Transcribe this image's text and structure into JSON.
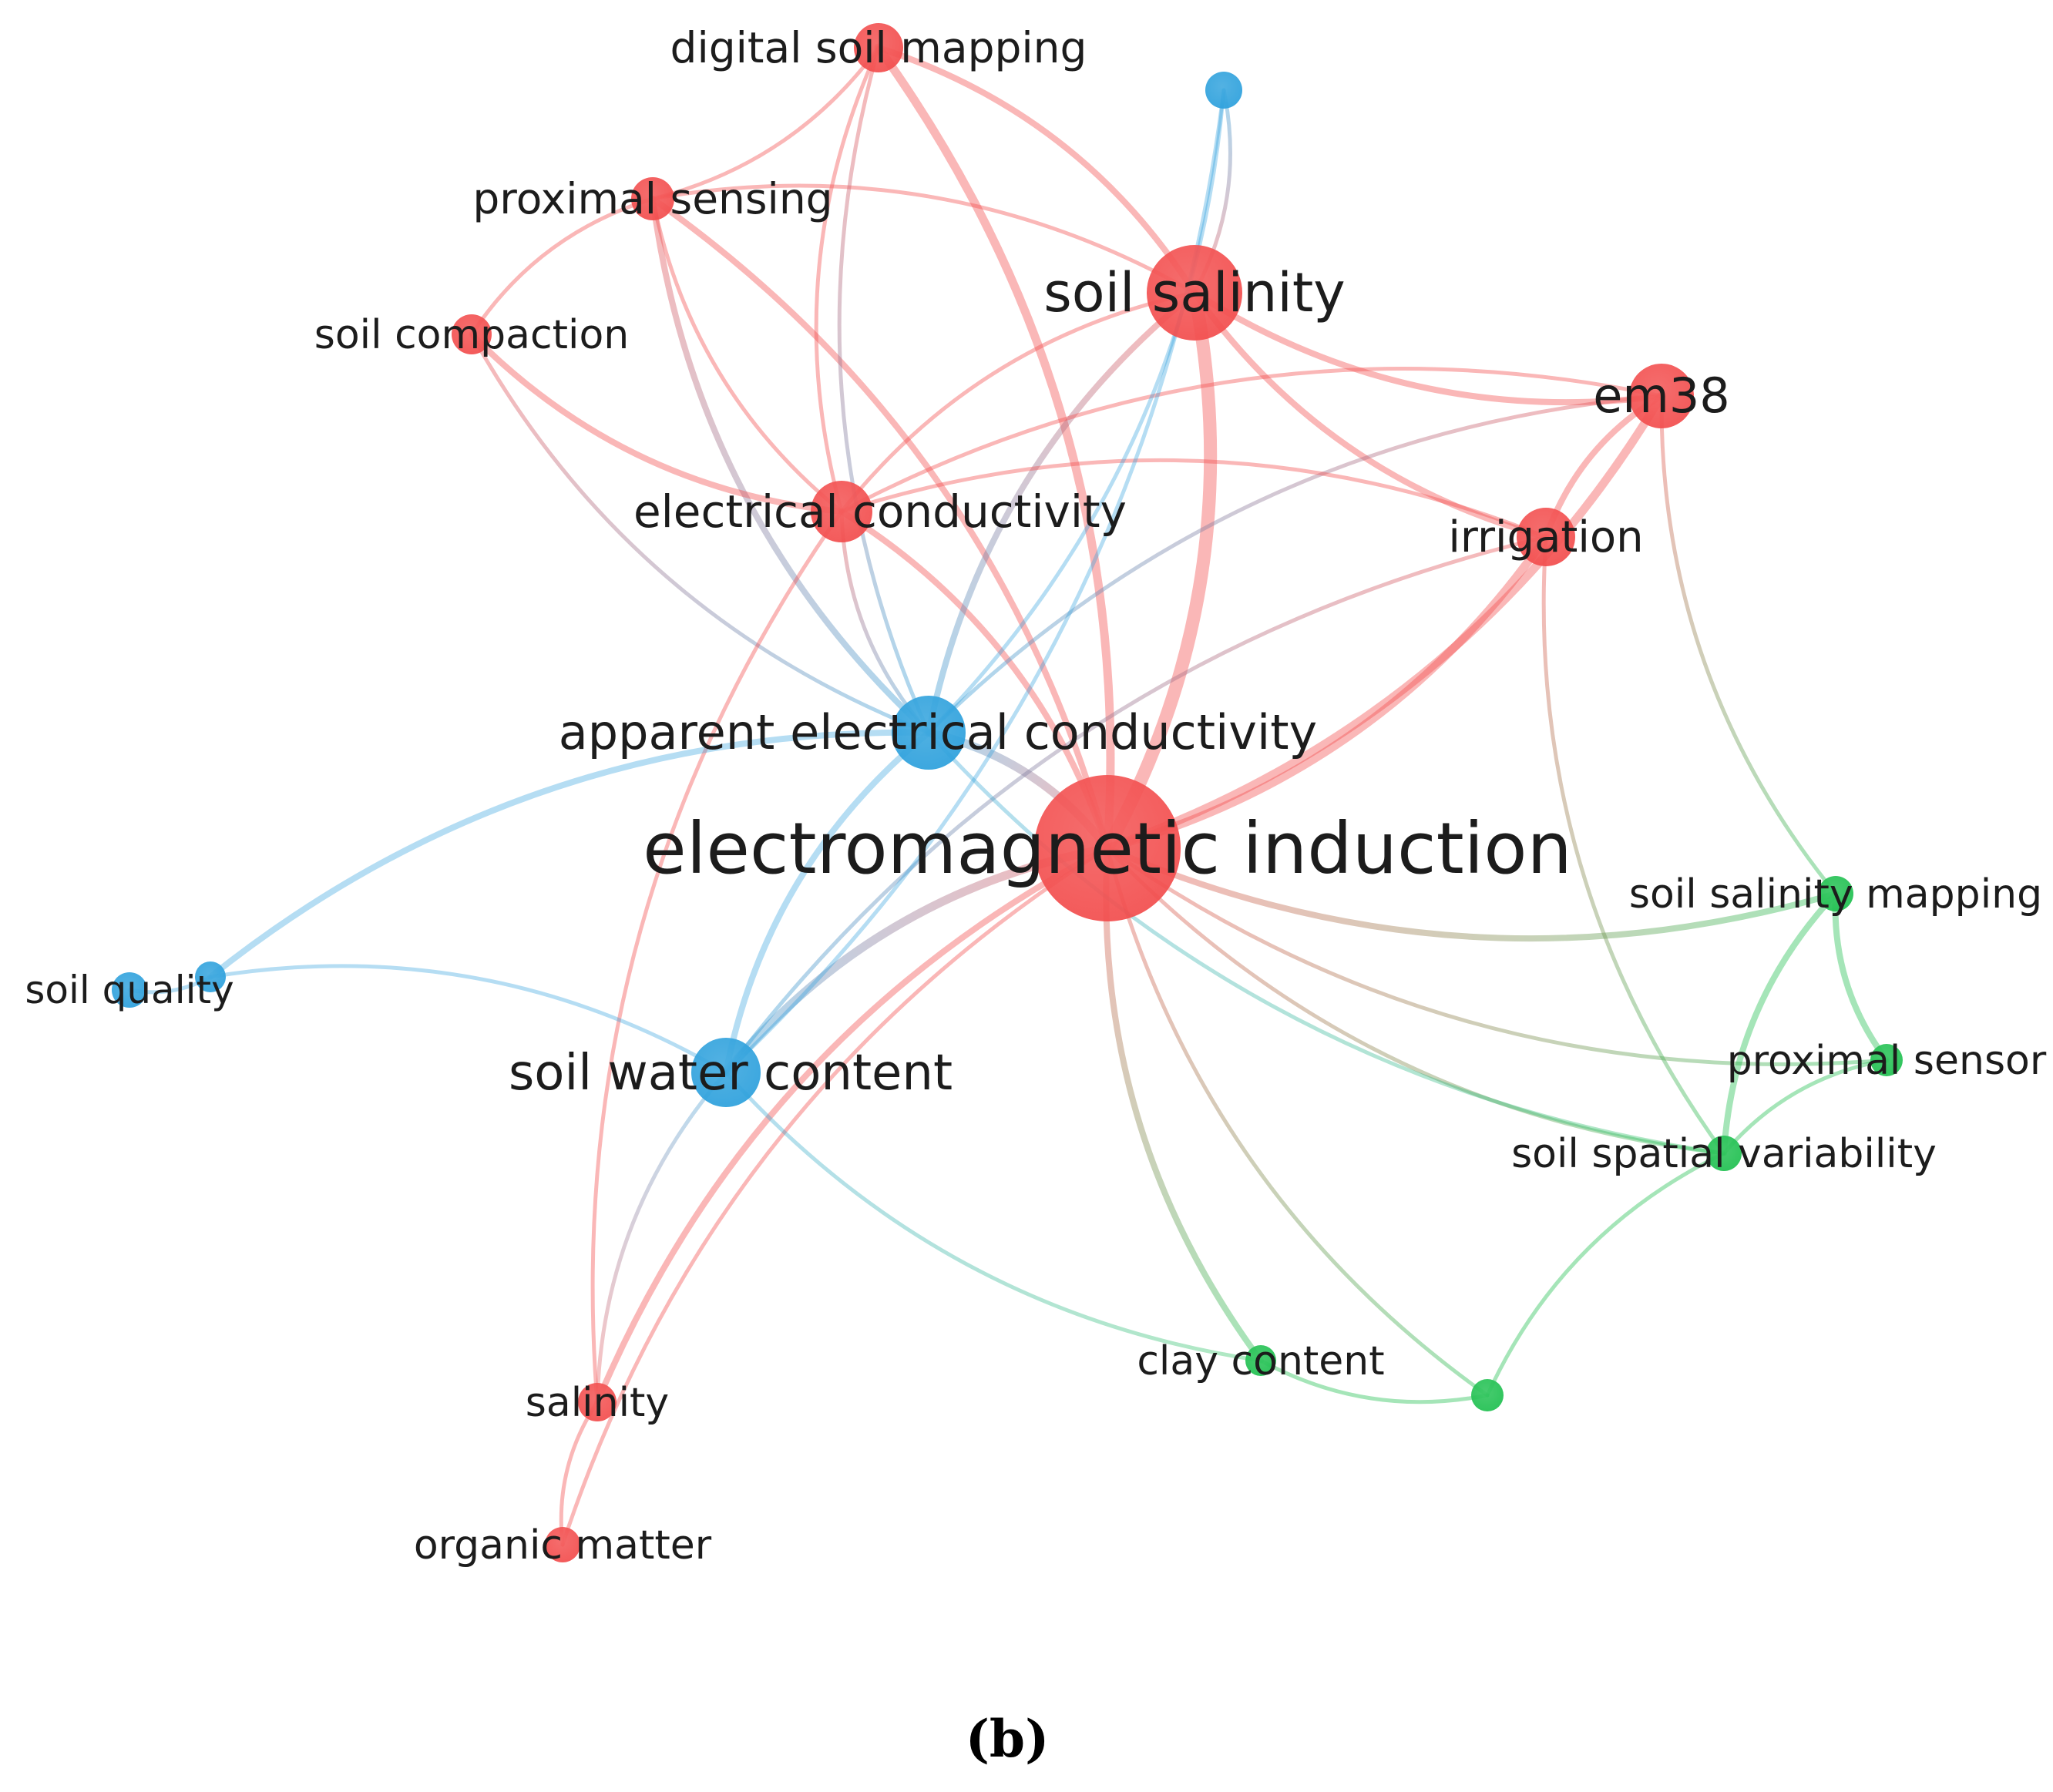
{
  "clusters": {
    "red": "#f24b4b",
    "blue": "#2a9fdc",
    "green": "#1dbf4e"
  },
  "nodes": [
    {
      "id": "electromagnetic_induction",
      "label": "electromagnetic induction",
      "cluster": "red"
    },
    {
      "id": "soil_salinity",
      "label": "soil salinity",
      "cluster": "red"
    },
    {
      "id": "em38",
      "label": "em38",
      "cluster": "red"
    },
    {
      "id": "irrigation",
      "label": "irrigation",
      "cluster": "red"
    },
    {
      "id": "electrical_conductivity",
      "label": "electrical conductivity",
      "cluster": "red"
    },
    {
      "id": "digital_soil_mapping",
      "label": "digital soil mapping",
      "cluster": "red"
    },
    {
      "id": "proximal_sensing",
      "label": "proximal sensing",
      "cluster": "red"
    },
    {
      "id": "soil_compaction",
      "label": "soil compaction",
      "cluster": "red"
    },
    {
      "id": "salinity",
      "label": "salinity",
      "cluster": "red"
    },
    {
      "id": "organic_matter",
      "label": "organic matter",
      "cluster": "red"
    },
    {
      "id": "apparent_electrical_conductivity",
      "label": "apparent electrical conductivity",
      "cluster": "blue"
    },
    {
      "id": "soil_water_content",
      "label": "soil water content",
      "cluster": "blue"
    },
    {
      "id": "soil_quality",
      "label": "soil quality",
      "cluster": "blue"
    },
    {
      "id": "soil_quality_2",
      "label": "",
      "cluster": "blue"
    },
    {
      "id": "blue_top",
      "label": "",
      "cluster": "blue"
    },
    {
      "id": "soil_salinity_mapping",
      "label": "soil salinity mapping",
      "cluster": "green"
    },
    {
      "id": "proximal_sensor",
      "label": "proximal sensor",
      "cluster": "green"
    },
    {
      "id": "soil_spatial_variability",
      "label": "soil spatial variability",
      "cluster": "green"
    },
    {
      "id": "clay_content",
      "label": "clay content",
      "cluster": "green"
    },
    {
      "id": "green_bottom",
      "label": "",
      "cluster": "green"
    }
  ],
  "links": [
    {
      "source": "electromagnetic_induction",
      "target": "soil_salinity",
      "strength": 5
    },
    {
      "source": "electromagnetic_induction",
      "target": "em38",
      "strength": 3
    },
    {
      "source": "electromagnetic_induction",
      "target": "irrigation",
      "strength": 3
    },
    {
      "source": "electromagnetic_induction",
      "target": "apparent_electrical_conductivity",
      "strength": 3
    },
    {
      "source": "electromagnetic_induction",
      "target": "electrical_conductivity",
      "strength": 2
    },
    {
      "source": "electromagnetic_induction",
      "target": "digital_soil_mapping",
      "strength": 3
    },
    {
      "source": "electromagnetic_induction",
      "target": "proximal_sensing",
      "strength": 2
    },
    {
      "source": "electromagnetic_induction",
      "target": "soil_water_content",
      "strength": 3
    },
    {
      "source": "electromagnetic_induction",
      "target": "salinity",
      "strength": 2
    },
    {
      "source": "electromagnetic_induction",
      "target": "organic_matter",
      "strength": 1
    },
    {
      "source": "electromagnetic_induction",
      "target": "soil_salinity_mapping",
      "strength": 2
    },
    {
      "source": "electromagnetic_induction",
      "target": "proximal_sensor",
      "strength": 1
    },
    {
      "source": "electromagnetic_induction",
      "target": "soil_spatial_variability",
      "strength": 1
    },
    {
      "source": "electromagnetic_induction",
      "target": "clay_content",
      "strength": 2
    },
    {
      "source": "electromagnetic_induction",
      "target": "green_bottom",
      "strength": 1
    },
    {
      "source": "soil_salinity",
      "target": "em38",
      "strength": 2
    },
    {
      "source": "soil_salinity",
      "target": "irrigation",
      "strength": 2
    },
    {
      "source": "soil_salinity",
      "target": "digital_soil_mapping",
      "strength": 2
    },
    {
      "source": "soil_salinity",
      "target": "proximal_sensing",
      "strength": 1
    },
    {
      "source": "soil_salinity",
      "target": "apparent_electrical_conductivity",
      "strength": 2
    },
    {
      "source": "soil_salinity",
      "target": "electrical_conductivity",
      "strength": 1
    },
    {
      "source": "soil_salinity",
      "target": "blue_top",
      "strength": 1
    },
    {
      "source": "em38",
      "target": "irrigation",
      "strength": 2
    },
    {
      "source": "em38",
      "target": "electrical_conductivity",
      "strength": 1
    },
    {
      "source": "em38",
      "target": "apparent_electrical_conductivity",
      "strength": 1
    },
    {
      "source": "em38",
      "target": "soil_salinity_mapping",
      "strength": 1
    },
    {
      "source": "irrigation",
      "target": "electrical_conductivity",
      "strength": 1
    },
    {
      "source": "irrigation",
      "target": "soil_spatial_variability",
      "strength": 1
    },
    {
      "source": "irrigation",
      "target": "soil_water_content",
      "strength": 1
    },
    {
      "source": "proximal_sensing",
      "target": "digital_soil_mapping",
      "strength": 1
    },
    {
      "source": "proximal_sensing",
      "target": "electrical_conductivity",
      "strength": 1
    },
    {
      "source": "proximal_sensing",
      "target": "apparent_electrical_conductivity",
      "strength": 2
    },
    {
      "source": "proximal_sensing",
      "target": "soil_compaction",
      "strength": 1
    },
    {
      "source": "soil_compaction",
      "target": "electrical_conductivity",
      "strength": 2
    },
    {
      "source": "soil_compaction",
      "target": "apparent_electrical_conductivity",
      "strength": 1
    },
    {
      "source": "digital_soil_mapping",
      "target": "electrical_conductivity",
      "strength": 1
    },
    {
      "source": "digital_soil_mapping",
      "target": "apparent_electrical_conductivity",
      "strength": 1
    },
    {
      "source": "electrical_conductivity",
      "target": "salinity",
      "strength": 1
    },
    {
      "source": "electrical_conductivity",
      "target": "apparent_electrical_conductivity",
      "strength": 1
    },
    {
      "source": "apparent_electrical_conductivity",
      "target": "soil_water_content",
      "strength": 2
    },
    {
      "source": "apparent_electrical_conductivity",
      "target": "soil_quality_2",
      "strength": 2
    },
    {
      "source": "apparent_electrical_conductivity",
      "target": "blue_top",
      "strength": 1
    },
    {
      "source": "apparent_electrical_conductivity",
      "target": "soil_spatial_variability",
      "strength": 1
    },
    {
      "source": "soil_water_content",
      "target": "soil_quality_2",
      "strength": 1
    },
    {
      "source": "soil_water_content",
      "target": "salinity",
      "strength": 1
    },
    {
      "source": "soil_water_content",
      "target": "clay_content",
      "strength": 1
    },
    {
      "source": "soil_water_content",
      "target": "blue_top",
      "strength": 1
    },
    {
      "source": "soil_quality",
      "target": "soil_quality_2",
      "strength": 1
    },
    {
      "source": "salinity",
      "target": "organic_matter",
      "strength": 1
    },
    {
      "source": "soil_salinity_mapping",
      "target": "proximal_sensor",
      "strength": 2
    },
    {
      "source": "soil_salinity_mapping",
      "target": "soil_spatial_variability",
      "strength": 2
    },
    {
      "source": "proximal_sensor",
      "target": "soil_spatial_variability",
      "strength": 1
    },
    {
      "source": "soil_spatial_variability",
      "target": "green_bottom",
      "strength": 1
    },
    {
      "source": "clay_content",
      "target": "green_bottom",
      "strength": 1
    }
  ],
  "caption": "(b)"
}
